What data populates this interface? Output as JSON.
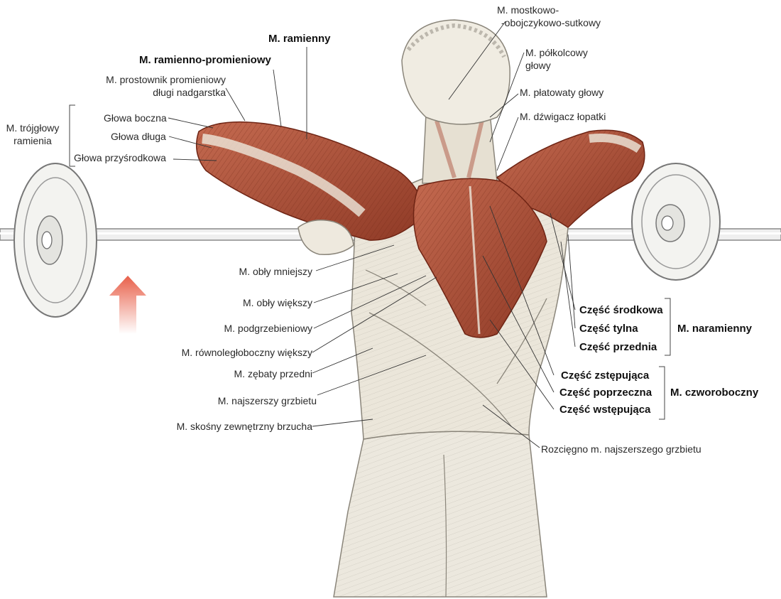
{
  "labels": {
    "mostkowo_1": "M. mostkowo-",
    "mostkowo_2": "-obojczykowo-sutkowy",
    "polkolcowy_1": "M. półkolcowy",
    "polkolcowy_2": "głowy",
    "platowaty": "M. płatowaty głowy",
    "dzwigacz": "M. dźwigacz łopatki",
    "ramienny": "M. ramienny",
    "ramienno_promieniowy": "M. ramienno-promieniowy",
    "prostownik_1": "M. prostownik promieniowy",
    "prostownik_2": "długi nadgarstka",
    "trojglowy_1": "M. trójgłowy",
    "trojglowy_2": "ramienia",
    "glowa_boczna": "Głowa boczna",
    "glowa_dluga": "Głowa długa",
    "glowa_przysrodkowa": "Głowa przyśrodkowa",
    "obly_mniejszy": "M. obły mniejszy",
    "obly_wiekszy": "M. obły większy",
    "podgrzebieniowy": "M. podgrzebieniowy",
    "rownoleglo": "M. równoległoboczny większy",
    "zebaty": "M. zębaty przedni",
    "najszerszy": "M. najszerszy grzbietu",
    "skosny": "M. skośny zewnętrzny brzucha",
    "czesc_srodkowa": "Część środkowa",
    "czesc_tylna": "Część tylna",
    "czesc_przednia": "Część przednia",
    "naramienny": "M. naramienny",
    "czesc_zstepujaca": "Część zstępująca",
    "czesc_poprzeczna": "Część poprzeczna",
    "czesc_wstepujaca": "Część wstępująca",
    "czworoboczny": "M. czworoboczny",
    "rozciegno": "Rozcięgno m. najszerszego grzbietu"
  },
  "colors": {
    "muscle": "#b0503a",
    "muscle_dark": "#7a2d1e",
    "skin": "#e9e4d8",
    "arrow": "#e8604a"
  }
}
